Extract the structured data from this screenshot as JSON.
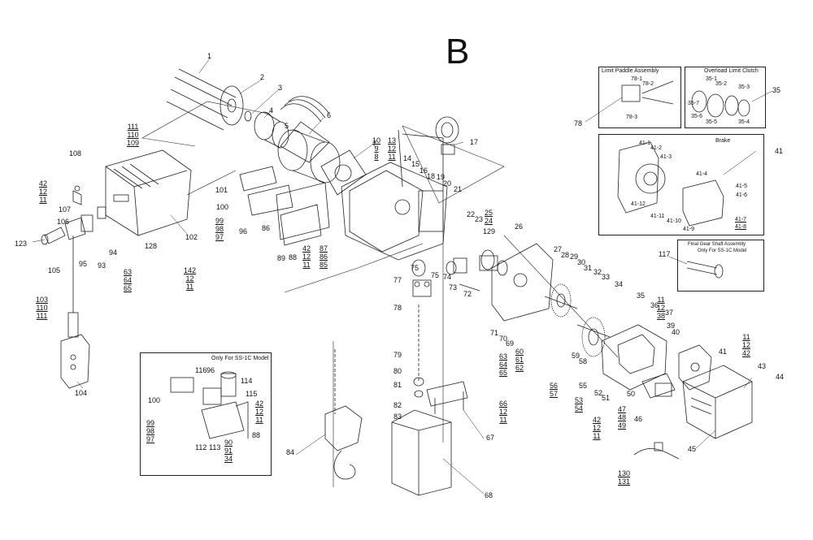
{
  "diagram": {
    "section_letter": "B",
    "inset_titles": {
      "limit_paddle": "Limit Paddle Assembly",
      "overload": "Overload Limit Clutch",
      "brake": "Brake",
      "final_gear": "Final Gear Shaft Assembly",
      "final_gear_sub": "Only For SS-1C Model",
      "only_model": "Only For SS-1C Model"
    },
    "callouts": {
      "c1": "1",
      "c2": "2",
      "c3": "3",
      "c4": "4",
      "c5": "5",
      "c6": "6",
      "c7": "7",
      "c13": "13",
      "c14": "14",
      "c15": "15",
      "c16": "16",
      "c17": "17",
      "c18": "18",
      "c19": "19",
      "c20": "20",
      "c21": "21",
      "c22": "22",
      "c23": "23",
      "c26": "26",
      "c27": "27",
      "c28": "28",
      "c29": "29",
      "c30": "30",
      "c31": "31",
      "c32": "32",
      "c33": "33",
      "c34": "34",
      "c35a": "35",
      "c35b": "35",
      "c36": "36",
      "c37": "37",
      "c39": "39",
      "c40": "40",
      "c41a": "41",
      "c41b": "41",
      "c43": "43",
      "c44": "44",
      "c45": "45",
      "c46": "46",
      "c50": "50",
      "c51": "51",
      "c52": "52",
      "c55": "55",
      "c58": "58",
      "c59": "59",
      "c67": "67",
      "c68": "68",
      "c69": "69",
      "c70": "70",
      "c71": "71",
      "c72": "72",
      "c73": "73",
      "c74": "74",
      "c75a": "75",
      "c75b": "75",
      "c77": "77",
      "c78a": "78",
      "c78b": "78",
      "c79": "79",
      "c80": "80",
      "c81": "81",
      "c82": "82",
      "c83": "83",
      "c84": "84",
      "c86": "86",
      "c88": "88",
      "c89": "89",
      "c93": "93",
      "c94": "94",
      "c95": "95",
      "c96": "96",
      "c100a": "100",
      "c100b": "100",
      "c101": "101",
      "c102": "102",
      "c104": "104",
      "c105": "105",
      "c106": "106",
      "c107": "107",
      "c108": "108",
      "c112": "112",
      "c113": "113",
      "c114": "114",
      "c115": "115",
      "c116": "116",
      "c117": "117",
      "c123": "123",
      "c128": "128",
      "c129": "129",
      "c88b": "88",
      "c96b": "96",
      "i78_1": "78-1",
      "i78_2": "78-2",
      "i78_3": "78-3",
      "i35_1": "35-1",
      "i35_2": "35-2",
      "i35_3": "35-3",
      "i35_4": "35-4",
      "i35_5": "35-5",
      "i35_6": "35-6",
      "i35_7": "35-7",
      "i41_1": "41-1",
      "i41_2": "41-2",
      "i41_3": "41-3",
      "i41_4": "41-4",
      "i41_5": "41-5",
      "i41_6": "41-6",
      "i41_7": "41-7",
      "i41_8": "41-8",
      "i41_9": "41-9",
      "i41_10": "41-10",
      "i41_11": "41-11",
      "i41_12": "41-12"
    },
    "stacks": {
      "s111": [
        "111",
        "110",
        "109"
      ],
      "s42a": [
        "42",
        "12",
        "11"
      ],
      "s103": [
        "103",
        "110",
        "111"
      ],
      "s63a": [
        "63",
        "64",
        "65"
      ],
      "s142": [
        "142",
        "12",
        "11"
      ],
      "s99": [
        "99",
        "98",
        "97"
      ],
      "s42b": [
        "42",
        "12",
        "11"
      ],
      "s87": [
        "87",
        "86",
        "85"
      ],
      "s10": [
        "10",
        "9",
        "8"
      ],
      "s13": [
        "13",
        "12",
        "11"
      ],
      "s25": [
        "25",
        "24"
      ],
      "s63b": [
        "63",
        "64",
        "65"
      ],
      "s60": [
        "60",
        "61",
        "62"
      ],
      "s56": [
        "56",
        "57"
      ],
      "s53": [
        "53",
        "54"
      ],
      "s42c": [
        "42",
        "12",
        "11"
      ],
      "s47": [
        "47",
        "48",
        "49"
      ],
      "s11a": [
        "11",
        "12",
        "38"
      ],
      "s11b": [
        "11",
        "12",
        "42"
      ],
      "s66": [
        "66",
        "12",
        "11"
      ],
      "s130": [
        "130",
        "131"
      ],
      "s99b": [
        "99",
        "98",
        "97"
      ],
      "s90": [
        "90",
        "91",
        "34"
      ],
      "s42d": [
        "42",
        "12",
        "11"
      ]
    }
  }
}
